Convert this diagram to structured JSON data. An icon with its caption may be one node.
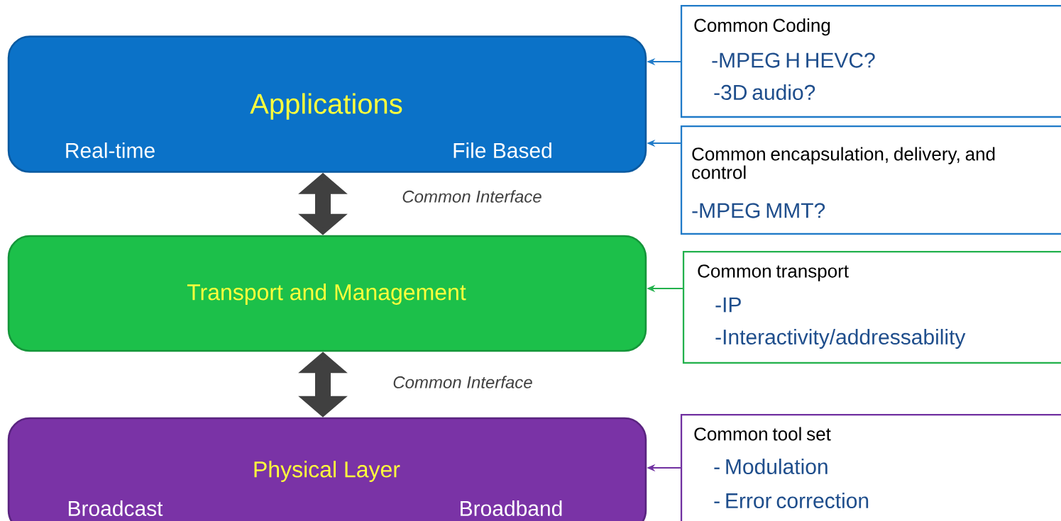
{
  "diagram": {
    "nodes": [
      {
        "text": [
          "Applications",
          "Real-time",
          "File Based"
        ]
      },
      {
        "text": [
          "Transport and Management"
        ]
      },
      {
        "text": [
          "Physical Layer",
          "Broadcast",
          "Broadband"
        ]
      },
      {
        "text": [
          "Common Coding",
          "-MPEG H HEVC?",
          "-3D audio?"
        ]
      },
      {
        "text": [
          "Common encapsulation, delivery, and control",
          "-MPEG MMT?"
        ]
      },
      {
        "text": [
          "Common transport",
          "-IP",
          "-Interactivity/addressability"
        ]
      },
      {
        "text": [
          "Common tool set",
          "- Modulation",
          "- Error correction"
        ]
      }
    ],
    "edges": [
      {
        "from": 0,
        "to": 1,
        "arrow": "both",
        "label": "Common Interface",
        "style": "thick",
        "color": "#404040"
      },
      {
        "from": 1,
        "to": 2,
        "arrow": "both",
        "label": "Common Interface",
        "style": "thick",
        "color": "#404040"
      },
      {
        "from": 3,
        "to": 0,
        "arrow": "to",
        "color": "#1f7ac8"
      },
      {
        "from": 4,
        "to": 0,
        "arrow": "to",
        "color": "#1f7ac8"
      },
      {
        "from": 5,
        "to": 1,
        "arrow": "to",
        "color": "#22b14c"
      },
      {
        "from": 6,
        "to": 2,
        "arrow": "to",
        "color": "#7030a0"
      }
    ]
  }
}
